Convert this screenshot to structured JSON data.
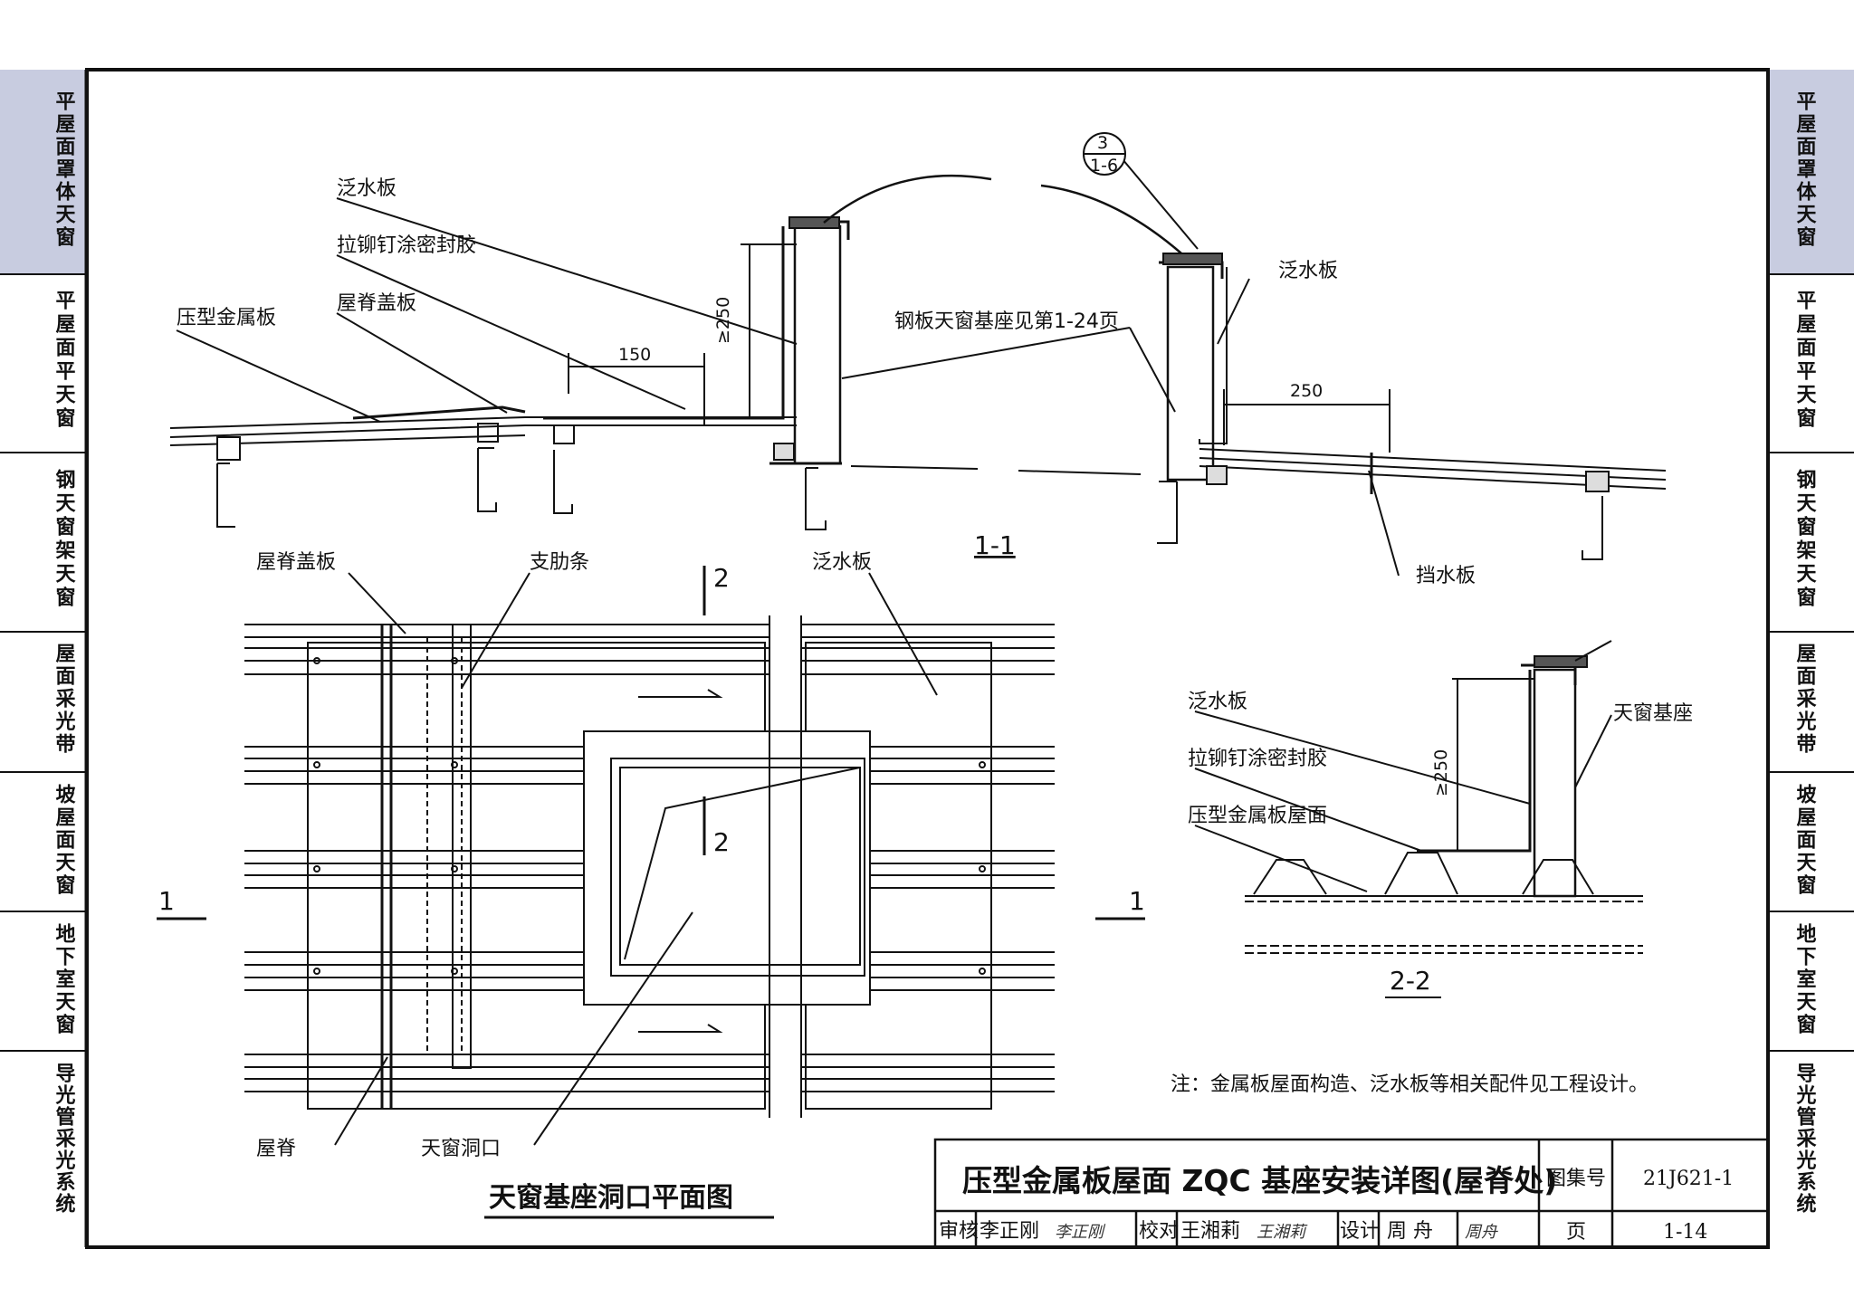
{
  "side_tabs": [
    {
      "label": "平屋面罩体天窗",
      "active": true
    },
    {
      "label": "平屋面平天窗",
      "active": false
    },
    {
      "label": "钢天窗架天窗",
      "active": false
    },
    {
      "label": "屋面采光带",
      "active": false
    },
    {
      "label": "坡屋面天窗",
      "active": false
    },
    {
      "label": "地下室天窗",
      "active": false
    },
    {
      "label": "导光管采光系统",
      "active": false
    }
  ],
  "section_1_1": {
    "title": "1-1",
    "labels": {
      "flashing_left": "泛水板",
      "rivet_sealant": "拉铆钉涂密封胶",
      "ridge_cover": "屋脊盖板",
      "metal_panel": "压型金属板",
      "steel_base_ref": "钢板天窗基座见第1-24页",
      "flashing_right": "泛水板",
      "water_stop": "挡水板"
    },
    "dims": {
      "d150": "150",
      "d250_h": "250",
      "d250_v": "≥250"
    },
    "detail_ref": {
      "top": "3",
      "bottom": "1-6"
    }
  },
  "plan": {
    "title": "天窗基座洞口平面图",
    "labels": {
      "ridge_cover": "屋脊盖板",
      "rib": "支肋条",
      "flashing": "泛水板",
      "ridge": "屋脊",
      "opening": "天窗洞口"
    },
    "cut_1": "1",
    "cut_2": "2"
  },
  "section_2_2": {
    "title": "2-2",
    "labels": {
      "flashing": "泛水板",
      "rivet_sealant": "拉铆钉涂密封胶",
      "metal_roof": "压型金属板屋面",
      "base": "天窗基座"
    },
    "dim": "≥250"
  },
  "note": "注：金属板屋面构造、泛水板等相关配件见工程设计。",
  "title_block": {
    "title": "压型金属板屋面 ZQC 基座安装详图(屋脊处)",
    "atlas_label": "图集号",
    "atlas_no": "21J621-1",
    "review_label": "审核",
    "reviewer": "李正刚",
    "reviewer_sig": "李正刚",
    "check_label": "校对",
    "checker": "王湘莉",
    "checker_sig": "王湘莉",
    "design_label": "设计",
    "designer": "周 舟",
    "designer_sig": "周舟",
    "page_label": "页",
    "page_no": "1-14"
  }
}
